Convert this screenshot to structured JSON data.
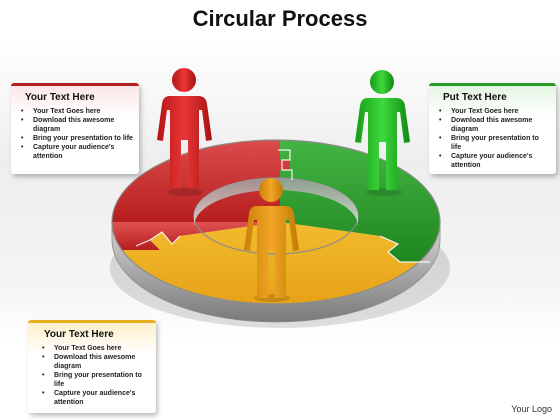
{
  "title": "Circular Process",
  "colors": {
    "red": "#c62a2a",
    "green": "#2c9d2c",
    "yellow": "#e7a718",
    "ring_edge": "#9a9a9a"
  },
  "boxes": {
    "top_left": {
      "header": "Your Text Here",
      "bullets": [
        "Your Text Goes here",
        "Download this awesome diagram",
        "Bring your presentation to life",
        "Capture your audience's attention"
      ]
    },
    "top_right": {
      "header": "Put Text Here",
      "bullets": [
        "Your Text Goes here",
        "Download this awesome diagram",
        "Bring your presentation to life",
        "Capture your audience's attention"
      ]
    },
    "bottom_left": {
      "header": "Your Text Here",
      "bullets": [
        "Your Text Goes here",
        "Download this awesome diagram",
        "Bring your presentation to life",
        "Capture your audience's attention"
      ]
    }
  },
  "figures": [
    "red-person-icon",
    "green-person-icon",
    "orange-person-icon"
  ],
  "logo": "Your Logo"
}
